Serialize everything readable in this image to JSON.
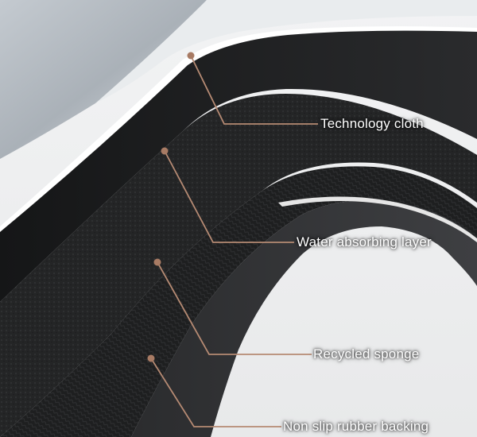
{
  "colors": {
    "leader_line": "#b58a73",
    "dot": "#a87b64",
    "label_text": "#ffffff",
    "technology_cloth_top": "#c8cdd2",
    "rubber_backing_edge": "#e6e6e6"
  },
  "callouts": [
    {
      "label": "Technology cloth"
    },
    {
      "label": "Water absorbing layer"
    },
    {
      "label": "Recycled sponge"
    },
    {
      "label": "Non slip rubber backing"
    }
  ]
}
